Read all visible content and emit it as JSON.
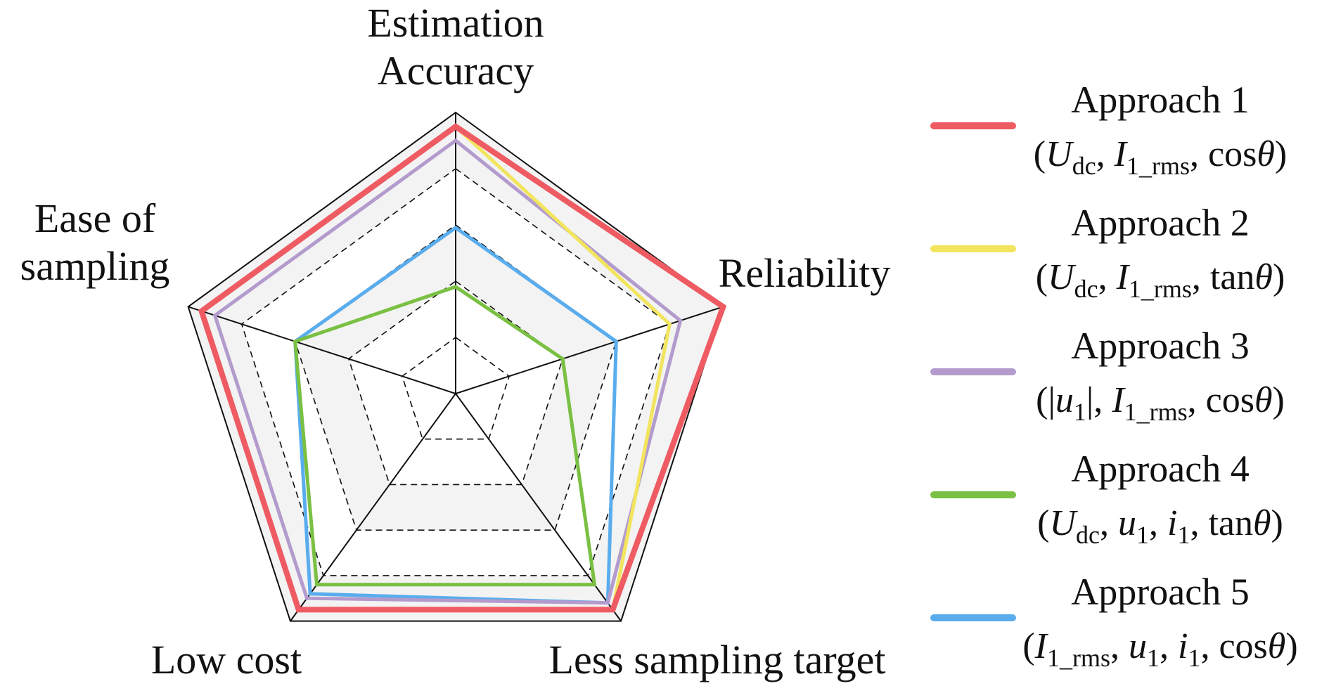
{
  "chart_data": {
    "type": "radar",
    "axes": [
      {
        "id": "accuracy",
        "label_lines": [
          "Estimation",
          "Accuracy"
        ]
      },
      {
        "id": "reliability",
        "label_lines": [
          "Reliability"
        ]
      },
      {
        "id": "less-sampling",
        "label_lines": [
          "Less sampling target"
        ]
      },
      {
        "id": "low-cost",
        "label_lines": [
          "Low cost"
        ]
      },
      {
        "id": "ease-sampling",
        "label_lines": [
          "Ease of",
          "sampling"
        ]
      }
    ],
    "range": [
      0,
      5
    ],
    "grid_levels": [
      1,
      2,
      3,
      4,
      5
    ],
    "grid_style": "dashed inner rings, solid outer ring, alternating light-gray bands",
    "series": [
      {
        "name": "Approach 1",
        "color": "#ee5b62",
        "values": [
          4.75,
          5.0,
          4.75,
          4.75,
          4.75
        ],
        "params": [
          {
            "t": "("
          },
          {
            "t": "U",
            "i": true
          },
          {
            "t": "dc",
            "sub": true
          },
          {
            "t": ", "
          },
          {
            "t": "I",
            "i": true
          },
          {
            "t": "1_rms",
            "sub": true
          },
          {
            "t": ", cos"
          },
          {
            "t": "θ",
            "i": true
          },
          {
            "t": ")"
          }
        ]
      },
      {
        "name": "Approach 2",
        "color": "#f2e55d",
        "values": [
          4.75,
          4.0,
          4.75,
          4.75,
          4.75
        ],
        "params": [
          {
            "t": "("
          },
          {
            "t": "U",
            "i": true
          },
          {
            "t": "dc",
            "sub": true
          },
          {
            "t": ", "
          },
          {
            "t": "I",
            "i": true
          },
          {
            "t": "1_rms",
            "sub": true
          },
          {
            "t": ", tan"
          },
          {
            "t": "θ",
            "i": true
          },
          {
            "t": ")"
          }
        ]
      },
      {
        "name": "Approach 3",
        "color": "#b39bcd",
        "values": [
          4.5,
          4.2,
          4.6,
          4.5,
          4.5
        ],
        "params": [
          {
            "t": "(|"
          },
          {
            "t": "u",
            "i": true
          },
          {
            "t": "1",
            "sub": true
          },
          {
            "t": "|, "
          },
          {
            "t": "I",
            "i": true
          },
          {
            "t": "1_rms",
            "sub": true
          },
          {
            "t": ", cos"
          },
          {
            "t": "θ",
            "i": true
          },
          {
            "t": ")"
          }
        ]
      },
      {
        "name": "Approach 4",
        "color": "#7ac043",
        "values": [
          1.9,
          2.0,
          4.2,
          4.2,
          3.0
        ],
        "params": [
          {
            "t": "("
          },
          {
            "t": "U",
            "i": true
          },
          {
            "t": "dc",
            "sub": true
          },
          {
            "t": ", "
          },
          {
            "t": "u",
            "i": true
          },
          {
            "t": "1",
            "sub": true
          },
          {
            "t": ", "
          },
          {
            "t": "i",
            "i": true
          },
          {
            "t": "1",
            "sub": true
          },
          {
            "t": ", tan"
          },
          {
            "t": "θ",
            "i": true
          },
          {
            "t": ")"
          }
        ]
      },
      {
        "name": "Approach 5",
        "color": "#5aaded",
        "values": [
          2.95,
          3.0,
          4.6,
          4.4,
          3.0
        ],
        "params": [
          {
            "t": "("
          },
          {
            "t": "I",
            "i": true
          },
          {
            "t": "1_rms",
            "sub": true
          },
          {
            "t": ", "
          },
          {
            "t": "u",
            "i": true
          },
          {
            "t": "1",
            "sub": true
          },
          {
            "t": ", "
          },
          {
            "t": "i",
            "i": true
          },
          {
            "t": "1",
            "sub": true
          },
          {
            "t": ", cos"
          },
          {
            "t": "θ",
            "i": true
          },
          {
            "t": ")"
          }
        ]
      }
    ],
    "legend": "right"
  }
}
